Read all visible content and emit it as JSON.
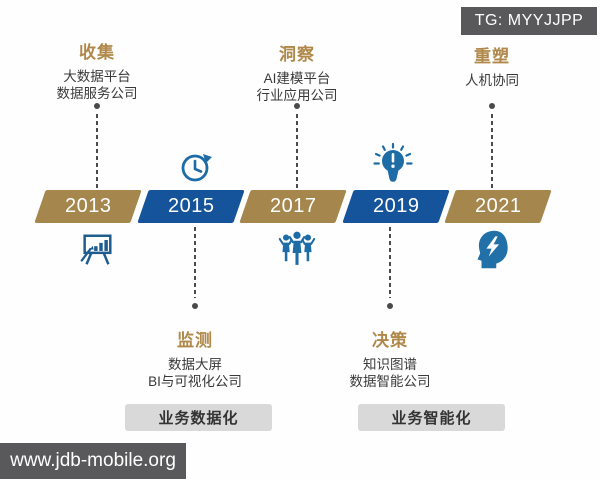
{
  "watermarks": {
    "top": "TG: MYYJJPP",
    "bottom": "www.jdb-mobile.org"
  },
  "colors": {
    "bar_gold": "#a5874e",
    "bar_blue": "#15549b",
    "heading_gold": "#b0894a",
    "icon_blue": "#1d6ca6",
    "body_text": "#3a3a3a",
    "connector": "#4a4a4a",
    "badge_bg": "#59595b",
    "phase_label_bg": "#d9d9d9"
  },
  "timeline": {
    "milestones": [
      {
        "year": "2013",
        "color": "gold",
        "label_position": "top",
        "title": "收集",
        "lines": [
          "大数据平台",
          "数据服务公司"
        ],
        "icon": "presentation-chart"
      },
      {
        "year": "2015",
        "color": "blue",
        "label_position": "bottom",
        "title": "监测",
        "lines": [
          "数据大屏",
          "BI与可视化公司"
        ],
        "icon": "history-clock"
      },
      {
        "year": "2017",
        "color": "gold",
        "label_position": "top",
        "title": "洞察",
        "lines": [
          "AI建模平台",
          "行业应用公司"
        ],
        "icon": "team"
      },
      {
        "year": "2019",
        "color": "blue",
        "label_position": "bottom",
        "title": "决策",
        "lines": [
          "知识图谱",
          "数据智能公司"
        ],
        "icon": "alert-bulb"
      },
      {
        "year": "2021",
        "color": "gold",
        "label_position": "top",
        "title": "重塑",
        "lines": [
          "人机协同"
        ],
        "icon": "ai-head"
      }
    ],
    "phase_labels": [
      {
        "text": "业务数据化"
      },
      {
        "text": "业务智能化"
      }
    ]
  }
}
